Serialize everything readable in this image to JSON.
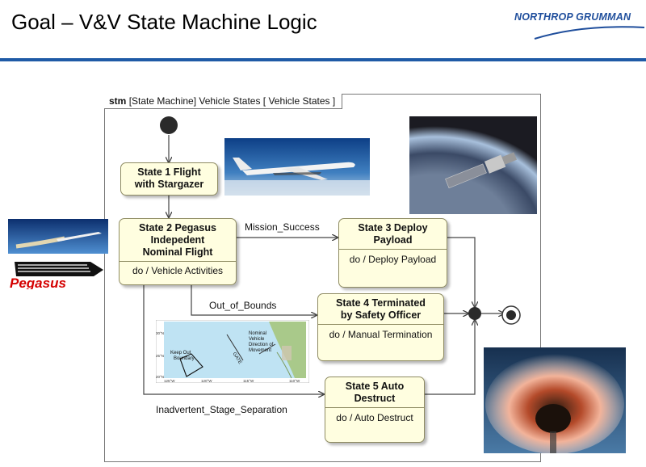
{
  "header": {
    "title": "Goal – V&V State Machine Logic",
    "logo": "NORTHROP GRUMMAN"
  },
  "diagram": {
    "frame_label": {
      "keyword": "stm",
      "text": "[State Machine] Vehicle States [ Vehicle States ]"
    },
    "states": [
      {
        "id": "s1",
        "name_lines": [
          "State 1 Flight",
          "with Stargazer"
        ],
        "activity": ""
      },
      {
        "id": "s2",
        "name_lines": [
          "State 2 Pegasus",
          "Indepedent",
          "Nominal Flight"
        ],
        "activity": "do / Vehicle Activities"
      },
      {
        "id": "s3",
        "name_lines": [
          "State 3 Deploy",
          "Payload"
        ],
        "activity": "do / Deploy Payload"
      },
      {
        "id": "s4",
        "name_lines": [
          "State 4 Terminated",
          "by Safety Officer"
        ],
        "activity": "do / Manual Termination"
      },
      {
        "id": "s5",
        "name_lines": [
          "State 5 Auto",
          "Destruct"
        ],
        "activity": "do / Auto Destruct"
      }
    ],
    "transitions": [
      {
        "from": "s2",
        "to": "s3",
        "label": "Mission_Success"
      },
      {
        "from": "s2",
        "to": "s4",
        "label": "Out_of_Bounds"
      },
      {
        "from": "s2",
        "to": "s5",
        "label": "Inadvertent_Stage_Separation"
      }
    ]
  },
  "pegasus_logo": {
    "text": "Pegasus"
  },
  "map_inset": {
    "labels": {
      "keep_out": [
        "Keep Out",
        "Boundary"
      ],
      "gate": "GATE",
      "direction": [
        "Nominal",
        "Vehicle",
        "Direction of",
        "Movement"
      ],
      "lat": [
        "30°N",
        "25°N",
        "20°N"
      ],
      "lon": [
        "125°W",
        "120°W",
        "115°W",
        "110°W"
      ]
    }
  },
  "colors": {
    "accent": "#1f5aa6",
    "state_fill": "#fffee0",
    "state_border": "#8f8c63"
  }
}
